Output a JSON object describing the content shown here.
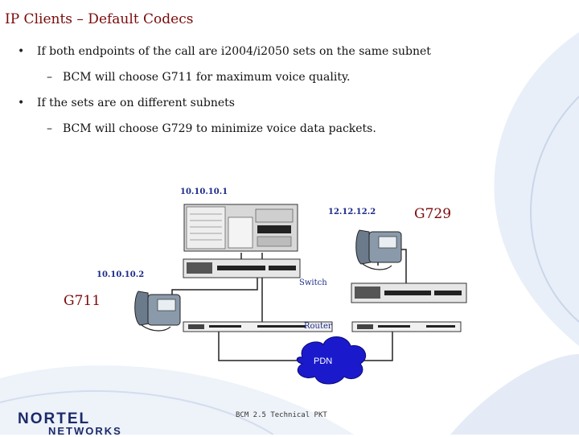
{
  "title": "IP Clients – Default Codecs",
  "bullets": [
    {
      "text": "If both endpoints of the call are i2004/i2050 sets on the same subnet",
      "sub": "BCM will choose G711 for maximum voice quality."
    },
    {
      "text": "If the sets are on different subnets",
      "sub": "BCM will choose G729 to minimize voice data packets."
    }
  ],
  "markers": {
    "l1": "•",
    "l2": "–"
  },
  "diagram": {
    "bcm_ip": "10.10.10.1",
    "phone_left_ip": "10.10.10.2",
    "phone_right_ip": "12.12.12.2",
    "switch_label": "Switch",
    "router_label": "Router",
    "cloud_label": "PDN",
    "codec_left": "G711",
    "codec_right": "G729"
  },
  "footer": "BCM 2.5 Technical PKT",
  "logo": {
    "line1": "NORTEL",
    "line2": "NETWORKS"
  },
  "colors": {
    "title": "#7a0a0a",
    "label": "#1b2a8a",
    "cloud": "#1a1acc",
    "swoosh": "#c9d6ea"
  }
}
